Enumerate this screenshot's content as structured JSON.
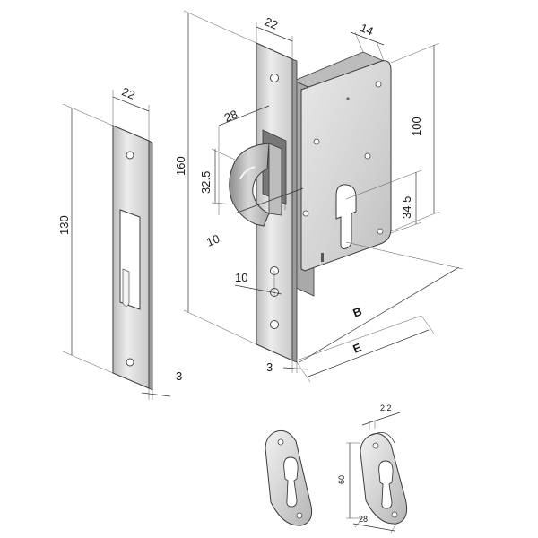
{
  "strike_plate": {
    "width": "22",
    "height": "130",
    "thickness": "3"
  },
  "lock_body": {
    "faceplate_width": "22",
    "height": "160",
    "case_depth": "14",
    "case_height": "100",
    "hook_projection": "28",
    "hook_height": "32.5",
    "cyl_offset_vertical": "34.5",
    "hook_offset": "10",
    "lower_offset": "10",
    "faceplate_thickness": "3",
    "backset_label": "B",
    "e_label": "E"
  },
  "escutcheon": {
    "height": "60",
    "width": "28",
    "thickness": "2.2"
  },
  "colors": {
    "metal": "#d4d4d4",
    "metal_dark": "#9a9a9a",
    "outline": "#3a3a3a"
  }
}
